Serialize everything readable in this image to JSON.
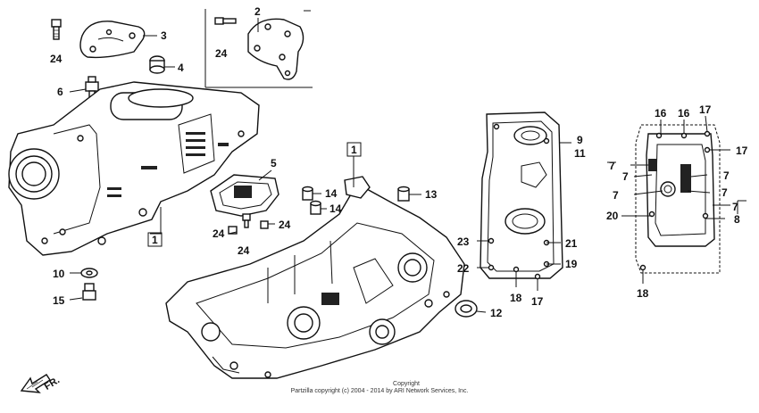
{
  "diagram": {
    "callouts": [
      "1",
      "2",
      "3",
      "4",
      "5",
      "6",
      "7",
      "8",
      "9",
      "10",
      "11",
      "12",
      "13",
      "14",
      "15",
      "16",
      "17",
      "18",
      "19",
      "20",
      "21",
      "22",
      "23",
      "24"
    ],
    "direction_label": "FR.",
    "copyright": {
      "line1": "Copyright",
      "line2": "Partzilla copyright (c) 2004 - 2014 by ARI Network Services, Inc."
    },
    "labels": {
      "l24a": "24",
      "l3": "3",
      "l4": "4",
      "l6": "6",
      "l2": "2",
      "l24b": "24",
      "l5": "5",
      "l14a": "14",
      "l14b": "14",
      "l13": "13",
      "l1a": "1",
      "l1b": "1",
      "l24c": "24",
      "l24d": "24",
      "l24e": "24",
      "l10": "10",
      "l15": "15",
      "l9": "9",
      "l11": "11",
      "l23": "23",
      "l21": "21",
      "l22": "22",
      "l19": "19",
      "l18a": "18",
      "l17a": "17",
      "l12": "12",
      "l16a": "16",
      "l16b": "16",
      "l17b": "17",
      "l17c": "17",
      "l7a": "7",
      "l7b": "7",
      "l7c": "7",
      "l7d": "7",
      "l7e": "7",
      "l7f": "7",
      "l20": "20",
      "l8": "8",
      "l18b": "18"
    }
  }
}
